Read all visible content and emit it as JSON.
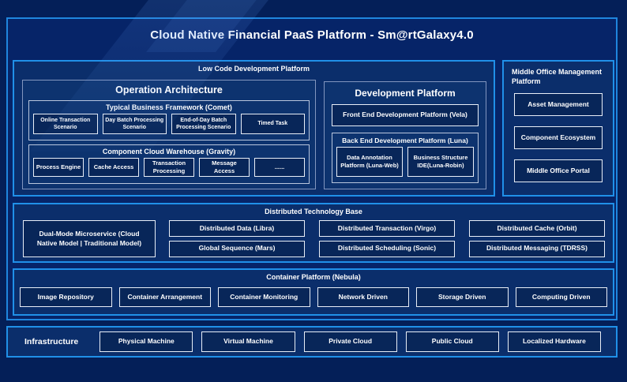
{
  "title": "Cloud Native Financial PaaS Platform - Sm@rtGalaxy4.0",
  "low_code": {
    "label": "Low Code Development Platform",
    "operation_architecture": {
      "title": "Operation Architecture",
      "comet": {
        "title": "Typical Business Framework (Comet)",
        "items": [
          "Online Transaction Scenario",
          "Day Batch Processing Scenario",
          "End-of-Day Batch Processing Scenario",
          "Timed Task"
        ]
      },
      "gravity": {
        "title": "Component Cloud Warehouse (Gravity)",
        "items": [
          "Process Engine",
          "Cache Access",
          "Transaction Processing",
          "Message Access",
          "......"
        ]
      }
    },
    "development_platform": {
      "title": "Development Platform",
      "vela_label": "Front End Development Platform (Vela)",
      "luna": {
        "title": "Back End Development Platform (Luna)",
        "items": [
          "Data Annotation Platform (Luna-Web)",
          "Business Structure IDE(Luna-Robin)"
        ]
      }
    }
  },
  "middle_office": {
    "title": "Middle Office Management Platform",
    "items": [
      "Asset Management",
      "Component Ecosystem",
      "Middle Office Portal"
    ]
  },
  "distributed": {
    "title": "Distributed Technology Base",
    "dual_mode_label": "Dual-Mode Microservice (Cloud Native Model | Traditional Model)",
    "grid": [
      [
        "Distributed Data (Libra)",
        "Distributed Transaction (Virgo)",
        "Distributed Cache (Orbit)"
      ],
      [
        "Global Sequence (Mars)",
        "Distributed Scheduling (Sonic)",
        "Distributed Messaging (TDRSS)"
      ]
    ]
  },
  "container_platform": {
    "title": "Container Platform (Nebula)",
    "items": [
      "Image Repository",
      "Container Arrangement",
      "Container Monitoring",
      "Network Driven",
      "Storage Driven",
      "Computing Driven"
    ]
  },
  "infrastructure": {
    "label": "Infrastructure",
    "items": [
      "Physical Machine",
      "Virtual Machine",
      "Private Cloud",
      "Public Cloud",
      "Localized Hardware"
    ]
  },
  "colors": {
    "background": "#041f58",
    "panel_fill": "#0b2e6b",
    "box_fill": "#082659",
    "accent_border": "#1f86de",
    "light_border": "#e8eef7",
    "text": "#ffffff"
  }
}
